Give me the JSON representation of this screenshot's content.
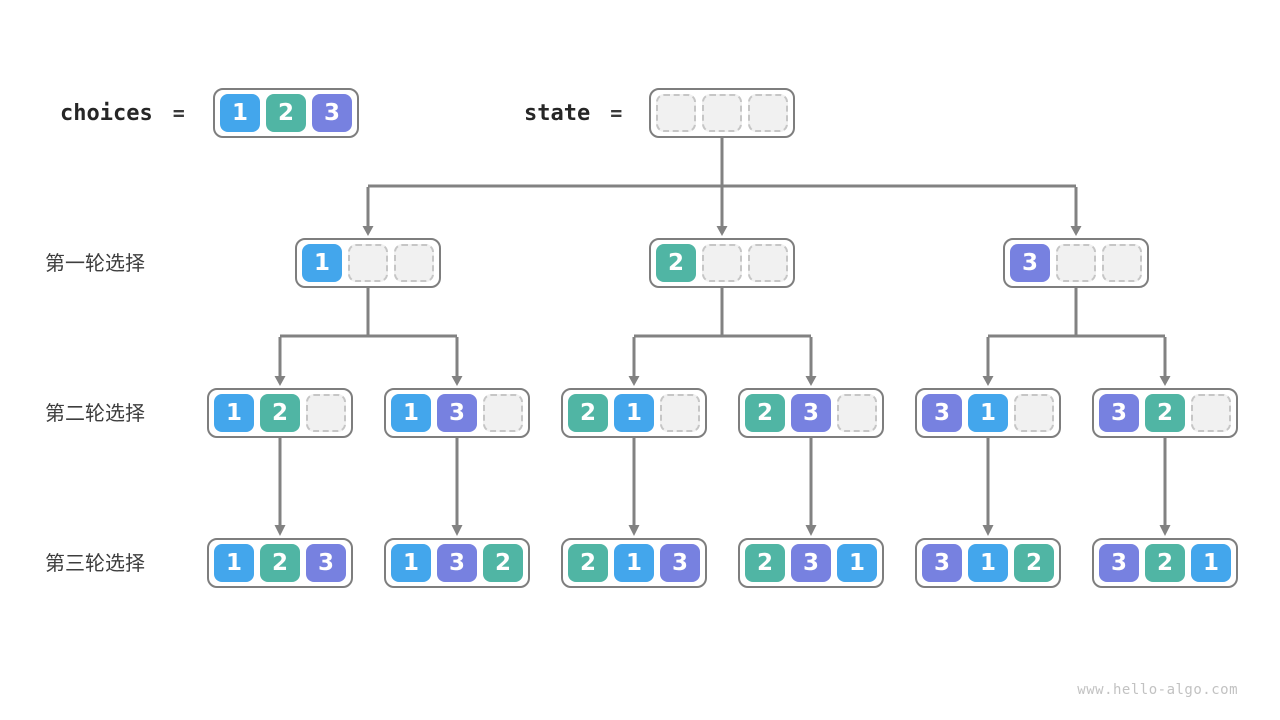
{
  "colors": {
    "1": "#43a6ec",
    "2": "#50b5a4",
    "3": "#7781e0",
    "node_border": "#7e7e7e",
    "empty_fill": "#f1f1f1",
    "empty_border": "#c6c6c6",
    "connector": "#828282"
  },
  "header": {
    "choices_label": "choices",
    "state_label": "state",
    "equals": "=",
    "choices_cells": [
      "1",
      "2",
      "3"
    ],
    "state_cells": [
      null,
      null,
      null
    ]
  },
  "rows": [
    {
      "label": "第一轮选择",
      "nodes": [
        {
          "cells": [
            "1",
            null,
            null
          ]
        },
        {
          "cells": [
            "2",
            null,
            null
          ]
        },
        {
          "cells": [
            "3",
            null,
            null
          ]
        }
      ]
    },
    {
      "label": "第二轮选择",
      "nodes": [
        {
          "cells": [
            "1",
            "2",
            null
          ]
        },
        {
          "cells": [
            "1",
            "3",
            null
          ]
        },
        {
          "cells": [
            "2",
            "1",
            null
          ]
        },
        {
          "cells": [
            "2",
            "3",
            null
          ]
        },
        {
          "cells": [
            "3",
            "1",
            null
          ]
        },
        {
          "cells": [
            "3",
            "2",
            null
          ]
        }
      ]
    },
    {
      "label": "第三轮选择",
      "nodes": [
        {
          "cells": [
            "1",
            "2",
            "3"
          ]
        },
        {
          "cells": [
            "1",
            "3",
            "2"
          ]
        },
        {
          "cells": [
            "2",
            "1",
            "3"
          ]
        },
        {
          "cells": [
            "2",
            "3",
            "1"
          ]
        },
        {
          "cells": [
            "3",
            "1",
            "2"
          ]
        },
        {
          "cells": [
            "3",
            "2",
            "1"
          ]
        }
      ]
    }
  ],
  "watermark": "www.hello-algo.com"
}
